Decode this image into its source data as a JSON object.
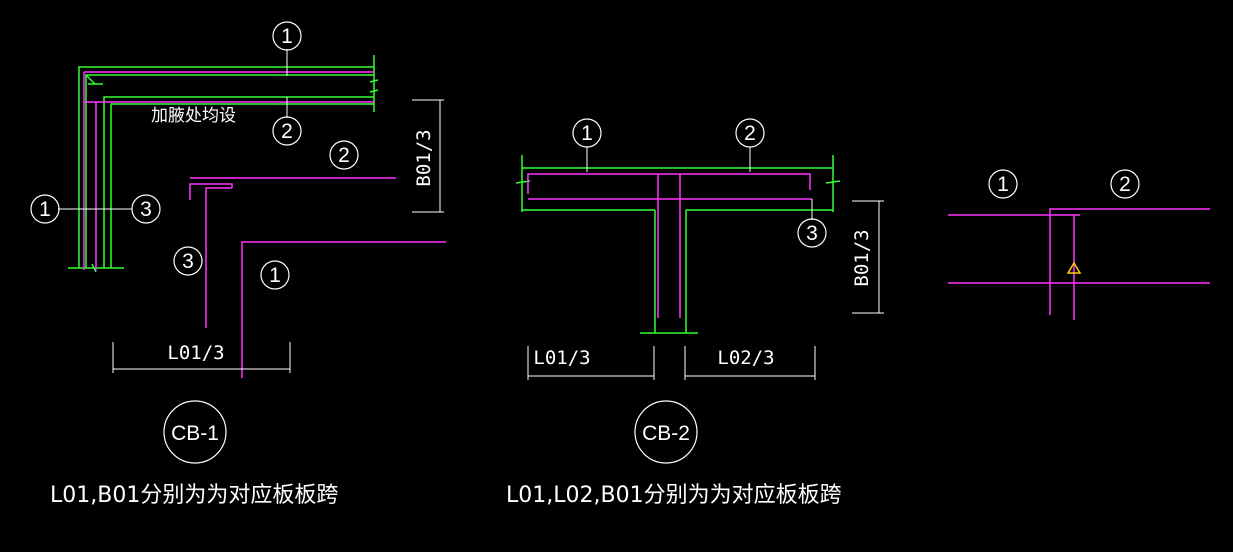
{
  "colors": {
    "background": "#000000",
    "rebar_green": "#33ff33",
    "rebar_magenta": "#ff33ff",
    "dimension_white": "#ffffff",
    "marker_yellow": "#ffcc00"
  },
  "detail_cb1": {
    "callouts": [
      "1",
      "2",
      "2",
      "1",
      "3",
      "3",
      "1"
    ],
    "note": "加腋处均设",
    "dim_vertical": "B01/3",
    "dim_horizontal": "L01/3",
    "tag": "CB-1",
    "caption": "L01,B01分别为为对应板板跨"
  },
  "detail_cb2": {
    "callouts": [
      "1",
      "2",
      "3"
    ],
    "dim_vertical": "B01/3",
    "dim_left": "L01/3",
    "dim_right": "L02/3",
    "tag": "CB-2",
    "caption": "L01,L02,B01分别为为对应板板跨"
  },
  "detail_right": {
    "callouts": [
      "1",
      "2"
    ],
    "marker_icon": "warning-triangle-icon"
  }
}
